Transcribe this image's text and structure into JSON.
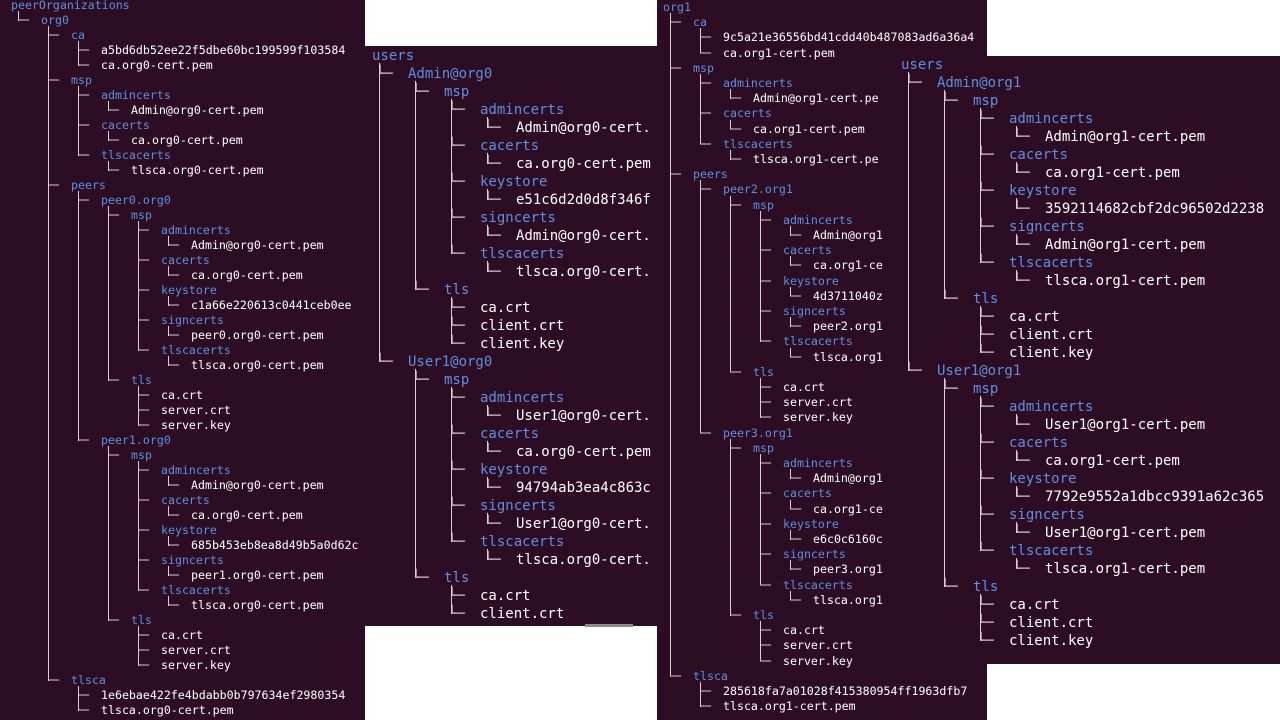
{
  "colors": {
    "background": "#2d0d23",
    "directory": "#5f8fe0",
    "file": "#ffffff",
    "tree": "#d7d0d4"
  },
  "panels": [
    {
      "id": "p1",
      "rows": [
        {
          "indent": 0,
          "text": "peerOrganizations",
          "dir": true
        },
        {
          "indent": 1,
          "text": "org0",
          "dir": true
        },
        {
          "indent": 2,
          "text": "ca",
          "dir": true
        },
        {
          "indent": 3,
          "text": "a5bd6db52ee22f5dbe60bc199599f103584",
          "dir": false
        },
        {
          "indent": 3,
          "text": "ca.org0-cert.pem",
          "dir": false
        },
        {
          "indent": 2,
          "text": "msp",
          "dir": true
        },
        {
          "indent": 3,
          "text": "admincerts",
          "dir": true
        },
        {
          "indent": 4,
          "text": "Admin@org0-cert.pem",
          "dir": false
        },
        {
          "indent": 3,
          "text": "cacerts",
          "dir": true
        },
        {
          "indent": 4,
          "text": "ca.org0-cert.pem",
          "dir": false
        },
        {
          "indent": 3,
          "text": "tlscacerts",
          "dir": true
        },
        {
          "indent": 4,
          "text": "tlsca.org0-cert.pem",
          "dir": false
        },
        {
          "indent": 2,
          "text": "peers",
          "dir": true
        },
        {
          "indent": 3,
          "text": "peer0.org0",
          "dir": true
        },
        {
          "indent": 4,
          "text": "msp",
          "dir": true
        },
        {
          "indent": 5,
          "text": "admincerts",
          "dir": true
        },
        {
          "indent": 6,
          "text": "Admin@org0-cert.pem",
          "dir": false
        },
        {
          "indent": 5,
          "text": "cacerts",
          "dir": true
        },
        {
          "indent": 6,
          "text": "ca.org0-cert.pem",
          "dir": false
        },
        {
          "indent": 5,
          "text": "keystore",
          "dir": true
        },
        {
          "indent": 6,
          "text": "c1a66e220613c0441ceb0ee",
          "dir": false
        },
        {
          "indent": 5,
          "text": "signcerts",
          "dir": true
        },
        {
          "indent": 6,
          "text": "peer0.org0-cert.pem",
          "dir": false
        },
        {
          "indent": 5,
          "text": "tlscacerts",
          "dir": true
        },
        {
          "indent": 6,
          "text": "tlsca.org0-cert.pem",
          "dir": false
        },
        {
          "indent": 4,
          "text": "tls",
          "dir": true
        },
        {
          "indent": 5,
          "text": "ca.crt",
          "dir": false
        },
        {
          "indent": 5,
          "text": "server.crt",
          "dir": false
        },
        {
          "indent": 5,
          "text": "server.key",
          "dir": false
        },
        {
          "indent": 3,
          "text": "peer1.org0",
          "dir": true
        },
        {
          "indent": 4,
          "text": "msp",
          "dir": true
        },
        {
          "indent": 5,
          "text": "admincerts",
          "dir": true
        },
        {
          "indent": 6,
          "text": "Admin@org0-cert.pem",
          "dir": false
        },
        {
          "indent": 5,
          "text": "cacerts",
          "dir": true
        },
        {
          "indent": 6,
          "text": "ca.org0-cert.pem",
          "dir": false
        },
        {
          "indent": 5,
          "text": "keystore",
          "dir": true
        },
        {
          "indent": 6,
          "text": "685b453eb8ea8d49b5a0d62c",
          "dir": false
        },
        {
          "indent": 5,
          "text": "signcerts",
          "dir": true
        },
        {
          "indent": 6,
          "text": "peer1.org0-cert.pem",
          "dir": false
        },
        {
          "indent": 5,
          "text": "tlscacerts",
          "dir": true
        },
        {
          "indent": 6,
          "text": "tlsca.org0-cert.pem",
          "dir": false
        },
        {
          "indent": 4,
          "text": "tls",
          "dir": true
        },
        {
          "indent": 5,
          "text": "ca.crt",
          "dir": false
        },
        {
          "indent": 5,
          "text": "server.crt",
          "dir": false
        },
        {
          "indent": 5,
          "text": "server.key",
          "dir": false
        },
        {
          "indent": 2,
          "text": "tlsca",
          "dir": true
        },
        {
          "indent": 3,
          "text": "1e6ebae422fe4bdabb0b797634ef2980354",
          "dir": false
        },
        {
          "indent": 3,
          "text": "tlsca.org0-cert.pem",
          "dir": false
        }
      ]
    },
    {
      "id": "p2",
      "rows": [
        {
          "indent": 0,
          "text": "users",
          "dir": true
        },
        {
          "indent": 1,
          "text": "Admin@org0",
          "dir": true
        },
        {
          "indent": 2,
          "text": "msp",
          "dir": true
        },
        {
          "indent": 3,
          "text": "admincerts",
          "dir": true
        },
        {
          "indent": 4,
          "text": "Admin@org0-cert.",
          "dir": false
        },
        {
          "indent": 3,
          "text": "cacerts",
          "dir": true
        },
        {
          "indent": 4,
          "text": "ca.org0-cert.pem",
          "dir": false
        },
        {
          "indent": 3,
          "text": "keystore",
          "dir": true
        },
        {
          "indent": 4,
          "text": "e51c6d2d0d8f346f",
          "dir": false
        },
        {
          "indent": 3,
          "text": "signcerts",
          "dir": true
        },
        {
          "indent": 4,
          "text": "Admin@org0-cert.",
          "dir": false
        },
        {
          "indent": 3,
          "text": "tlscacerts",
          "dir": true
        },
        {
          "indent": 4,
          "text": "tlsca.org0-cert.",
          "dir": false
        },
        {
          "indent": 2,
          "text": "tls",
          "dir": true
        },
        {
          "indent": 3,
          "text": "ca.crt",
          "dir": false
        },
        {
          "indent": 3,
          "text": "client.crt",
          "dir": false
        },
        {
          "indent": 3,
          "text": "client.key",
          "dir": false
        },
        {
          "indent": 1,
          "text": "User1@org0",
          "dir": true
        },
        {
          "indent": 2,
          "text": "msp",
          "dir": true
        },
        {
          "indent": 3,
          "text": "admincerts",
          "dir": true
        },
        {
          "indent": 4,
          "text": "User1@org0-cert.",
          "dir": false
        },
        {
          "indent": 3,
          "text": "cacerts",
          "dir": true
        },
        {
          "indent": 4,
          "text": "ca.org0-cert.pem",
          "dir": false
        },
        {
          "indent": 3,
          "text": "keystore",
          "dir": true
        },
        {
          "indent": 4,
          "text": "94794ab3ea4c863c",
          "dir": false
        },
        {
          "indent": 3,
          "text": "signcerts",
          "dir": true
        },
        {
          "indent": 4,
          "text": "User1@org0-cert.",
          "dir": false
        },
        {
          "indent": 3,
          "text": "tlscacerts",
          "dir": true
        },
        {
          "indent": 4,
          "text": "tlsca.org0-cert.",
          "dir": false
        },
        {
          "indent": 2,
          "text": "tls",
          "dir": true
        },
        {
          "indent": 3,
          "text": "ca.crt",
          "dir": false
        },
        {
          "indent": 3,
          "text": "client.crt",
          "dir": false
        }
      ]
    },
    {
      "id": "p3",
      "rows": [
        {
          "indent": 0,
          "text": "org1",
          "dir": true
        },
        {
          "indent": 1,
          "text": "ca",
          "dir": true
        },
        {
          "indent": 2,
          "text": "9c5a21e36556bd41cdd40b487083ad6a36a4",
          "dir": false
        },
        {
          "indent": 2,
          "text": "ca.org1-cert.pem",
          "dir": false
        },
        {
          "indent": 1,
          "text": "msp",
          "dir": true
        },
        {
          "indent": 2,
          "text": "admincerts",
          "dir": true
        },
        {
          "indent": 3,
          "text": "Admin@org1-cert.pe",
          "dir": false
        },
        {
          "indent": 2,
          "text": "cacerts",
          "dir": true
        },
        {
          "indent": 3,
          "text": "ca.org1-cert.pem",
          "dir": false
        },
        {
          "indent": 2,
          "text": "tlscacerts",
          "dir": true
        },
        {
          "indent": 3,
          "text": "tlsca.org1-cert.pe",
          "dir": false
        },
        {
          "indent": 1,
          "text": "peers",
          "dir": true
        },
        {
          "indent": 2,
          "text": "peer2.org1",
          "dir": true
        },
        {
          "indent": 3,
          "text": "msp",
          "dir": true
        },
        {
          "indent": 4,
          "text": "admincerts",
          "dir": true
        },
        {
          "indent": 5,
          "text": "Admin@org1",
          "dir": false
        },
        {
          "indent": 4,
          "text": "cacerts",
          "dir": true
        },
        {
          "indent": 5,
          "text": "ca.org1-ce",
          "dir": false
        },
        {
          "indent": 4,
          "text": "keystore",
          "dir": true
        },
        {
          "indent": 5,
          "text": "4d3711040z",
          "dir": false
        },
        {
          "indent": 4,
          "text": "signcerts",
          "dir": true
        },
        {
          "indent": 5,
          "text": "peer2.org1",
          "dir": false
        },
        {
          "indent": 4,
          "text": "tlscacerts",
          "dir": true
        },
        {
          "indent": 5,
          "text": "tlsca.org1",
          "dir": false
        },
        {
          "indent": 3,
          "text": "tls",
          "dir": true
        },
        {
          "indent": 4,
          "text": "ca.crt",
          "dir": false
        },
        {
          "indent": 4,
          "text": "server.crt",
          "dir": false
        },
        {
          "indent": 4,
          "text": "server.key",
          "dir": false
        },
        {
          "indent": 2,
          "text": "peer3.org1",
          "dir": true
        },
        {
          "indent": 3,
          "text": "msp",
          "dir": true
        },
        {
          "indent": 4,
          "text": "admincerts",
          "dir": true
        },
        {
          "indent": 5,
          "text": "Admin@org1",
          "dir": false
        },
        {
          "indent": 4,
          "text": "cacerts",
          "dir": true
        },
        {
          "indent": 5,
          "text": "ca.org1-ce",
          "dir": false
        },
        {
          "indent": 4,
          "text": "keystore",
          "dir": true
        },
        {
          "indent": 5,
          "text": "e6c0c6160c",
          "dir": false
        },
        {
          "indent": 4,
          "text": "signcerts",
          "dir": true
        },
        {
          "indent": 5,
          "text": "peer3.org1",
          "dir": false
        },
        {
          "indent": 4,
          "text": "tlscacerts",
          "dir": true
        },
        {
          "indent": 5,
          "text": "tlsca.org1",
          "dir": false
        },
        {
          "indent": 3,
          "text": "tls",
          "dir": true
        },
        {
          "indent": 4,
          "text": "ca.crt",
          "dir": false
        },
        {
          "indent": 4,
          "text": "server.crt",
          "dir": false
        },
        {
          "indent": 4,
          "text": "server.key",
          "dir": false
        },
        {
          "indent": 1,
          "text": "tlsca",
          "dir": true
        },
        {
          "indent": 2,
          "text": "285618fa7a01028f415380954ff1963dfb7",
          "dir": false
        },
        {
          "indent": 2,
          "text": "tlsca.org1-cert.pem",
          "dir": false
        }
      ]
    },
    {
      "id": "p4",
      "rows": [
        {
          "indent": 0,
          "text": "users",
          "dir": true
        },
        {
          "indent": 1,
          "text": "Admin@org1",
          "dir": true
        },
        {
          "indent": 2,
          "text": "msp",
          "dir": true
        },
        {
          "indent": 3,
          "text": "admincerts",
          "dir": true
        },
        {
          "indent": 4,
          "text": "Admin@org1-cert.pem",
          "dir": false
        },
        {
          "indent": 3,
          "text": "cacerts",
          "dir": true
        },
        {
          "indent": 4,
          "text": "ca.org1-cert.pem",
          "dir": false
        },
        {
          "indent": 3,
          "text": "keystore",
          "dir": true
        },
        {
          "indent": 4,
          "text": "3592114682cbf2dc96502d2238",
          "dir": false
        },
        {
          "indent": 3,
          "text": "signcerts",
          "dir": true
        },
        {
          "indent": 4,
          "text": "Admin@org1-cert.pem",
          "dir": false
        },
        {
          "indent": 3,
          "text": "tlscacerts",
          "dir": true
        },
        {
          "indent": 4,
          "text": "tlsca.org1-cert.pem",
          "dir": false
        },
        {
          "indent": 2,
          "text": "tls",
          "dir": true
        },
        {
          "indent": 3,
          "text": "ca.crt",
          "dir": false
        },
        {
          "indent": 3,
          "text": "client.crt",
          "dir": false
        },
        {
          "indent": 3,
          "text": "client.key",
          "dir": false
        },
        {
          "indent": 1,
          "text": "User1@org1",
          "dir": true
        },
        {
          "indent": 2,
          "text": "msp",
          "dir": true
        },
        {
          "indent": 3,
          "text": "admincerts",
          "dir": true
        },
        {
          "indent": 4,
          "text": "User1@org1-cert.pem",
          "dir": false
        },
        {
          "indent": 3,
          "text": "cacerts",
          "dir": true
        },
        {
          "indent": 4,
          "text": "ca.org1-cert.pem",
          "dir": false
        },
        {
          "indent": 3,
          "text": "keystore",
          "dir": true
        },
        {
          "indent": 4,
          "text": "7792e9552a1dbcc9391a62c365",
          "dir": false
        },
        {
          "indent": 3,
          "text": "signcerts",
          "dir": true
        },
        {
          "indent": 4,
          "text": "User1@org1-cert.pem",
          "dir": false
        },
        {
          "indent": 3,
          "text": "tlscacerts",
          "dir": true
        },
        {
          "indent": 4,
          "text": "tlsca.org1-cert.pem",
          "dir": false
        },
        {
          "indent": 2,
          "text": "tls",
          "dir": true
        },
        {
          "indent": 3,
          "text": "ca.crt",
          "dir": false
        },
        {
          "indent": 3,
          "text": "client.crt",
          "dir": false
        },
        {
          "indent": 3,
          "text": "client.key",
          "dir": false
        }
      ]
    }
  ]
}
